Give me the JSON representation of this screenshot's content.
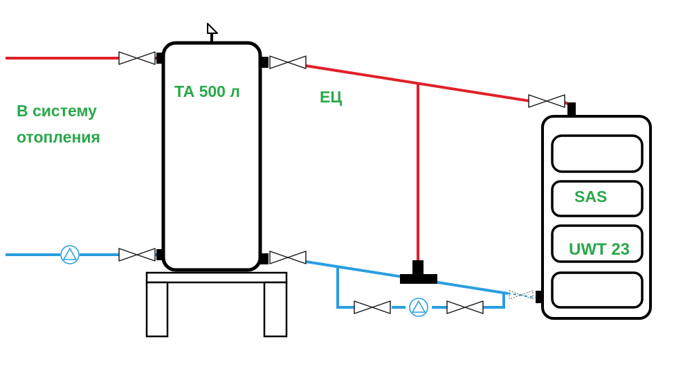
{
  "labels": {
    "system": [
      "В систему",
      "отопления"
    ],
    "tank": "ТА 500 л",
    "loop": "ЕЦ",
    "boiler_section": "SAS",
    "boiler_model": "UWT 23"
  },
  "colors": {
    "supply_pipe": "#e0202a",
    "return_pipe": "#2a9ee0",
    "outline": "#000000",
    "label_text": "#2aa84a"
  },
  "icons": [
    "valve-icon",
    "pump-icon",
    "air-vent-icon",
    "tee-fitting-icon"
  ]
}
